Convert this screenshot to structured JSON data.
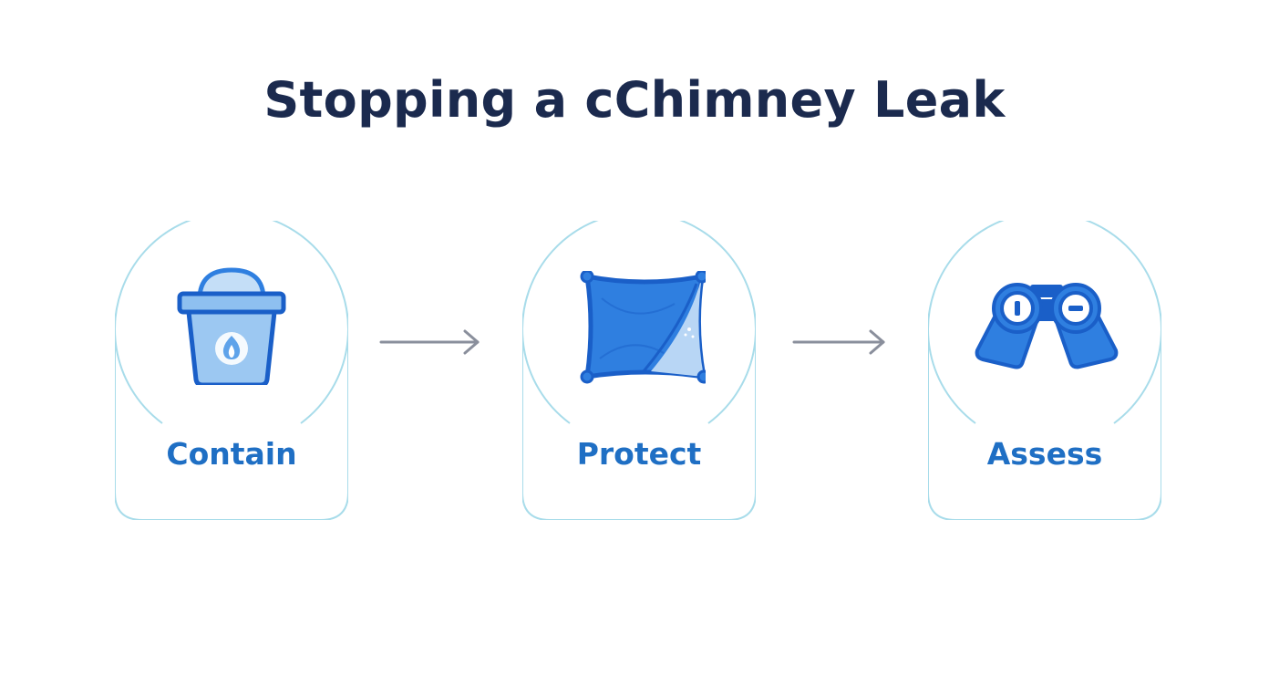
{
  "title": "Stopping a cChimney Leak",
  "colors": {
    "title": "#1b2a4e",
    "label": "#1f6fc4",
    "card_outline": "#a8dcea",
    "icon_blue": "#2f7fe0",
    "icon_dark": "#1a5fc8",
    "icon_light": "#9cc8f2",
    "arrow": "#8a8f9c"
  },
  "steps": [
    {
      "label": "Contain",
      "icon": "bucket-icon"
    },
    {
      "label": "Protect",
      "icon": "tarp-icon"
    },
    {
      "label": "Assess",
      "icon": "binoculars-icon"
    }
  ]
}
